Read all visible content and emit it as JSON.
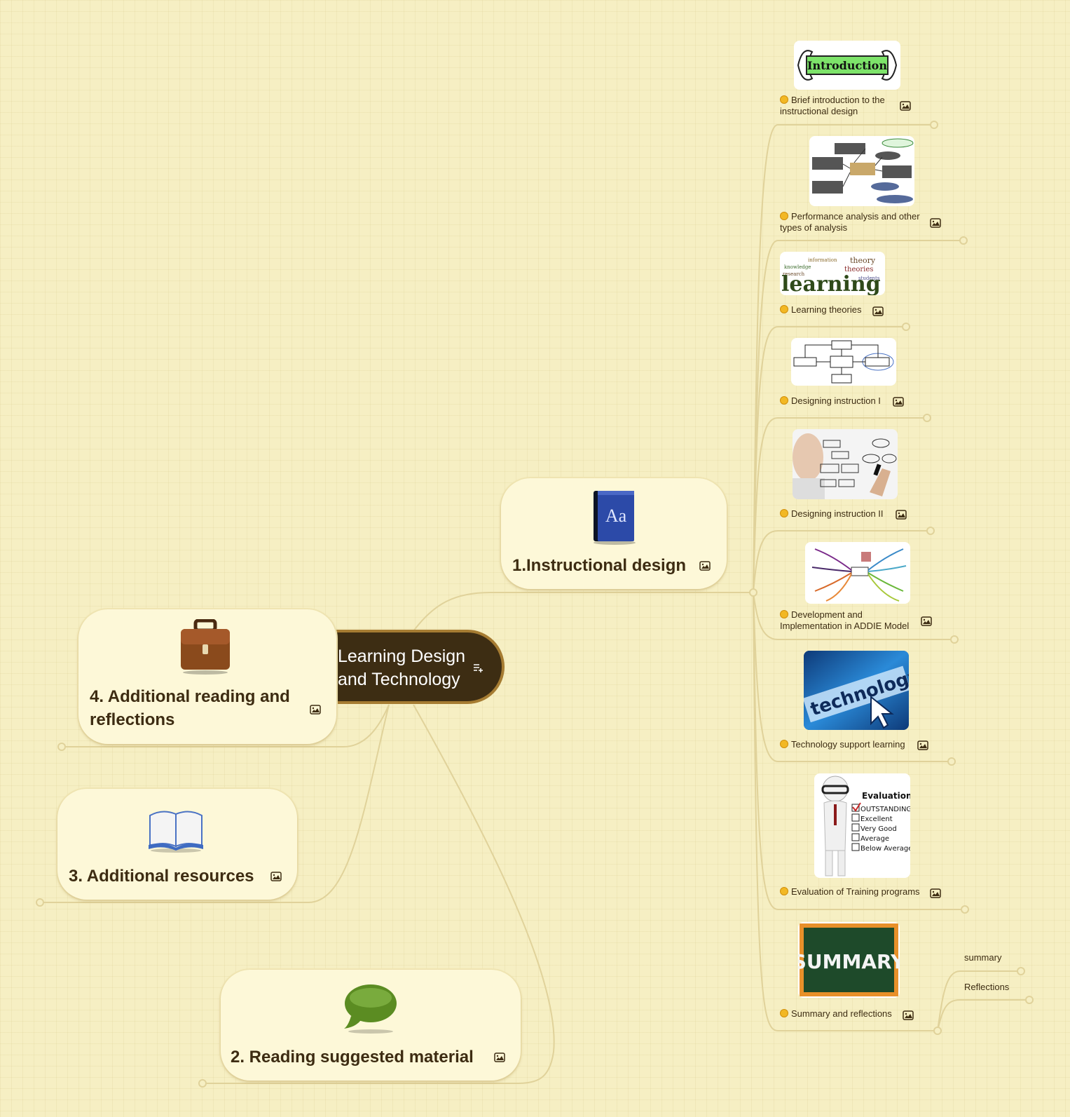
{
  "central": {
    "label": "Learning Design and Technology"
  },
  "topics": [
    {
      "label": "1.Instructional design",
      "icon": "dictionary-book-icon"
    },
    {
      "label": "2. Reading suggested material",
      "icon": "speech-bubble-icon"
    },
    {
      "label": "3. Additional resources",
      "icon": "open-book-icon"
    },
    {
      "label": "4. Additional reading and reflections",
      "icon": "briefcase-icon"
    }
  ],
  "subtopics": [
    {
      "label": "Brief introduction to the instructional design",
      "image_text": "Introduction"
    },
    {
      "label": "Performance analysis and other types of analysis"
    },
    {
      "label": "Learning theories",
      "image_text": "learning"
    },
    {
      "label": "Designing instruction I"
    },
    {
      "label": "Designing instruction II"
    },
    {
      "label": "Development and Implementation in ADDIE Model"
    },
    {
      "label": "Technology support learning",
      "image_text": "technology"
    },
    {
      "label": "Evaluation of Training programs",
      "image_text": "Evaluation",
      "checklist": [
        "OUTSTANDING",
        "Excellent",
        "Very Good",
        "Average",
        "Below Average"
      ]
    },
    {
      "label": "Summary and reflections",
      "image_text": "SUMMARY"
    }
  ],
  "leaves": [
    "summary",
    "Reflections"
  ],
  "colors": {
    "background": "#f6efc3",
    "central_fill": "#3d2d13",
    "central_border": "#a67c32",
    "topic_fill": "#fdf8d8",
    "line": "#e0d29a"
  }
}
